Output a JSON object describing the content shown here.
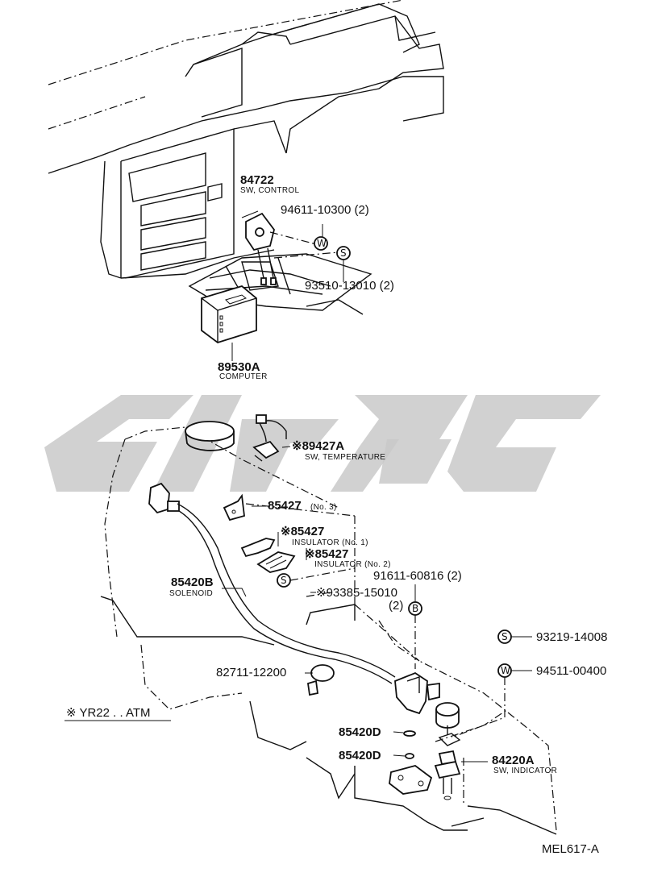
{
  "parts": {
    "sw_control_no": "84722",
    "sw_control_name": "SW, CONTROL",
    "bolt_w": "94611-10300 (2)",
    "bolt_s": "93510-13010 (2)",
    "computer_no": "89530A",
    "computer_name": "COMPUTER",
    "temp_sw_no": "※89427A",
    "temp_sw_name": "SW, TEMPERATURE",
    "bracket_no3": "85427",
    "bracket_no3_tag": "(No. 3)",
    "insulator1_no": "※85427",
    "insulator1_name": "INSULATOR (No. 1)",
    "insulator2_no": "※85427",
    "insulator2_name": "INSULATOR (No. 2)",
    "solenoid_no": "85420B",
    "solenoid_name": "SOLENOID",
    "bolt_b": "91611-60816 (2)",
    "screw_s": "※93385-15010",
    "screw_s_qty": "(2)",
    "legend_s": "93219-14008",
    "legend_w": "94511-00400",
    "clamp": "82711-12200",
    "gasket1": "85420D",
    "gasket2": "85420D",
    "indicator_no": "84220A",
    "indicator_name": "SW, INDICATOR",
    "note": "※ YR22 . . ATM",
    "diagram_code": "MEL617-A"
  },
  "symbols": {
    "w": "W",
    "s": "S",
    "b": "B"
  }
}
